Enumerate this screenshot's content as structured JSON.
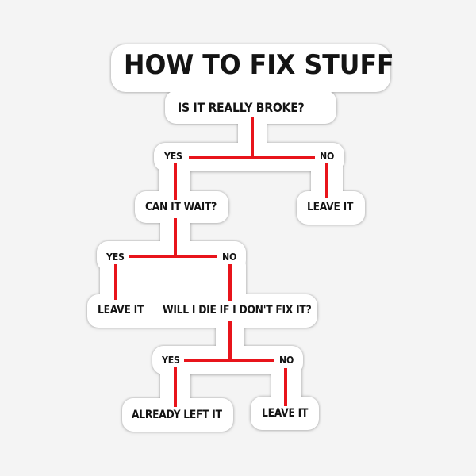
{
  "title": "HOW TO FIX STUFF",
  "colors": {
    "background": "#f4f4f4",
    "sticker": "#ffffff",
    "connector": "#e8141b",
    "text": "#141414"
  },
  "nodes": {
    "q1": "IS IT REALLY BROKE?",
    "q1_yes": "YES",
    "q1_no": "NO",
    "q1_no_result": "LEAVE IT",
    "q2": "CAN IT WAIT?",
    "q2_yes": "YES",
    "q2_no": "NO",
    "q2_yes_result": "LEAVE IT",
    "q3": "WILL I DIE IF I DON'T FIX IT?",
    "q3_yes": "YES",
    "q3_no": "NO",
    "q3_yes_result": "ALREADY LEFT IT",
    "q3_no_result": "LEAVE IT"
  }
}
